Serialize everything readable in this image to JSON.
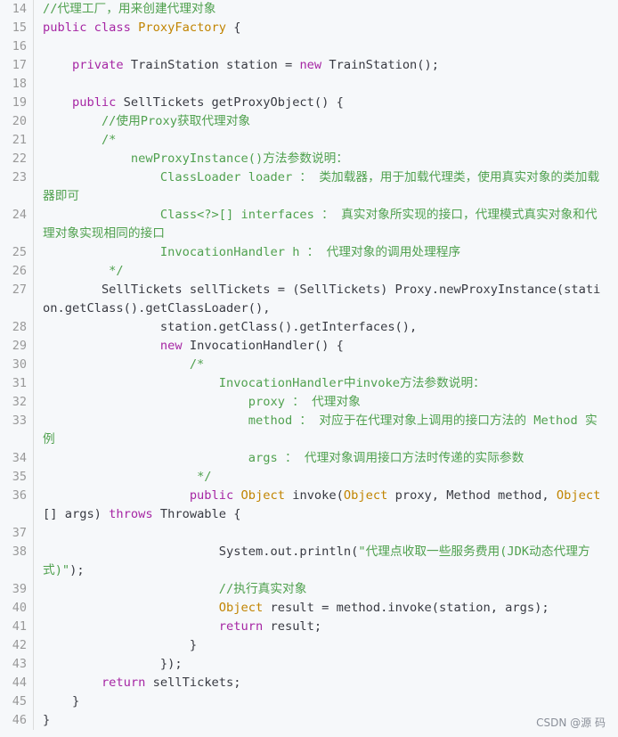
{
  "code": {
    "lines": [
      {
        "num": "14",
        "tokens": [
          {
            "t": "//代理工厂，用来创建代理对象",
            "c": "cmt"
          }
        ]
      },
      {
        "num": "15",
        "tokens": [
          {
            "t": "public class ",
            "c": "kw"
          },
          {
            "t": "ProxyFactory",
            "c": "cls"
          },
          {
            "t": " {",
            "c": "plain"
          }
        ]
      },
      {
        "num": "16",
        "tokens": []
      },
      {
        "num": "17",
        "tokens": [
          {
            "t": "    ",
            "c": "plain"
          },
          {
            "t": "private",
            "c": "kw"
          },
          {
            "t": " TrainStation station = ",
            "c": "plain"
          },
          {
            "t": "new",
            "c": "kw"
          },
          {
            "t": " TrainStation();",
            "c": "plain"
          }
        ]
      },
      {
        "num": "18",
        "tokens": []
      },
      {
        "num": "19",
        "tokens": [
          {
            "t": "    ",
            "c": "plain"
          },
          {
            "t": "public",
            "c": "kw"
          },
          {
            "t": " SellTickets getProxyObject() {",
            "c": "plain"
          }
        ]
      },
      {
        "num": "20",
        "tokens": [
          {
            "t": "        //使用Proxy获取代理对象",
            "c": "cmt"
          }
        ]
      },
      {
        "num": "21",
        "tokens": [
          {
            "t": "        /*",
            "c": "cmt"
          }
        ]
      },
      {
        "num": "22",
        "tokens": [
          {
            "t": "            newProxyInstance()方法参数说明：",
            "c": "cmt"
          }
        ]
      },
      {
        "num": "23",
        "tokens": [
          {
            "t": "                ClassLoader loader ： 类加载器，用于加载代理类，使用真实对象的类加载器即可",
            "c": "cmt"
          }
        ]
      },
      {
        "num": "24",
        "tokens": [
          {
            "t": "                Class<?>[] interfaces ： 真实对象所实现的接口，代理模式真实对象和代理对象实现相同的接口",
            "c": "cmt"
          }
        ]
      },
      {
        "num": "25",
        "tokens": [
          {
            "t": "                InvocationHandler h ： 代理对象的调用处理程序",
            "c": "cmt"
          }
        ]
      },
      {
        "num": "26",
        "tokens": [
          {
            "t": "         */",
            "c": "cmt"
          }
        ]
      },
      {
        "num": "27",
        "tokens": [
          {
            "t": "        SellTickets sellTickets = (SellTickets) Proxy.newProxyInstance(station.getClass().getClassLoader(),",
            "c": "plain"
          }
        ]
      },
      {
        "num": "28",
        "tokens": [
          {
            "t": "                station.getClass().getInterfaces(),",
            "c": "plain"
          }
        ]
      },
      {
        "num": "29",
        "tokens": [
          {
            "t": "                ",
            "c": "plain"
          },
          {
            "t": "new",
            "c": "kw"
          },
          {
            "t": " InvocationHandler() {",
            "c": "plain"
          }
        ]
      },
      {
        "num": "30",
        "tokens": [
          {
            "t": "                    /*",
            "c": "cmt"
          }
        ]
      },
      {
        "num": "31",
        "tokens": [
          {
            "t": "                        InvocationHandler中invoke方法参数说明：",
            "c": "cmt"
          }
        ]
      },
      {
        "num": "32",
        "tokens": [
          {
            "t": "                            proxy ： 代理对象",
            "c": "cmt"
          }
        ]
      },
      {
        "num": "33",
        "tokens": [
          {
            "t": "                            method ： 对应于在代理对象上调用的接口方法的 Method 实例",
            "c": "cmt"
          }
        ]
      },
      {
        "num": "34",
        "tokens": [
          {
            "t": "                            args ： 代理对象调用接口方法时传递的实际参数",
            "c": "cmt"
          }
        ]
      },
      {
        "num": "35",
        "tokens": [
          {
            "t": "                     */",
            "c": "cmt"
          }
        ]
      },
      {
        "num": "36",
        "tokens": [
          {
            "t": "                    ",
            "c": "plain"
          },
          {
            "t": "public",
            "c": "kw"
          },
          {
            "t": " ",
            "c": "plain"
          },
          {
            "t": "Object",
            "c": "cls"
          },
          {
            "t": " invoke(",
            "c": "plain"
          },
          {
            "t": "Object",
            "c": "cls"
          },
          {
            "t": " proxy, Method method, ",
            "c": "plain"
          },
          {
            "t": "Object",
            "c": "cls"
          },
          {
            "t": "[] args) ",
            "c": "plain"
          },
          {
            "t": "throws",
            "c": "kw"
          },
          {
            "t": " Throwable {",
            "c": "plain"
          }
        ]
      },
      {
        "num": "37",
        "tokens": []
      },
      {
        "num": "38",
        "tokens": [
          {
            "t": "                        System.out.println(",
            "c": "plain"
          },
          {
            "t": "\"代理点收取一些服务费用(JDK动态代理方式)\"",
            "c": "str"
          },
          {
            "t": ");",
            "c": "plain"
          }
        ]
      },
      {
        "num": "39",
        "tokens": [
          {
            "t": "                        //执行真实对象",
            "c": "cmt"
          }
        ]
      },
      {
        "num": "40",
        "tokens": [
          {
            "t": "                        ",
            "c": "plain"
          },
          {
            "t": "Object",
            "c": "cls"
          },
          {
            "t": " result = method.invoke(station, args);",
            "c": "plain"
          }
        ]
      },
      {
        "num": "41",
        "tokens": [
          {
            "t": "                        ",
            "c": "plain"
          },
          {
            "t": "return",
            "c": "kw"
          },
          {
            "t": " result;",
            "c": "plain"
          }
        ]
      },
      {
        "num": "42",
        "tokens": [
          {
            "t": "                    }",
            "c": "plain"
          }
        ]
      },
      {
        "num": "43",
        "tokens": [
          {
            "t": "                });",
            "c": "plain"
          }
        ]
      },
      {
        "num": "44",
        "tokens": [
          {
            "t": "        ",
            "c": "plain"
          },
          {
            "t": "return",
            "c": "kw"
          },
          {
            "t": " sellTickets;",
            "c": "plain"
          }
        ]
      },
      {
        "num": "45",
        "tokens": [
          {
            "t": "    }",
            "c": "plain"
          }
        ]
      },
      {
        "num": "46",
        "tokens": [
          {
            "t": "}",
            "c": "plain"
          }
        ]
      }
    ]
  },
  "watermark": "CSDN @源  码",
  "colors": {
    "keyword": "#a626a4",
    "class": "#c18401",
    "comment": "#50a14f",
    "plain": "#383a42",
    "line_number": "#999999",
    "background": "#f6f8fa"
  }
}
